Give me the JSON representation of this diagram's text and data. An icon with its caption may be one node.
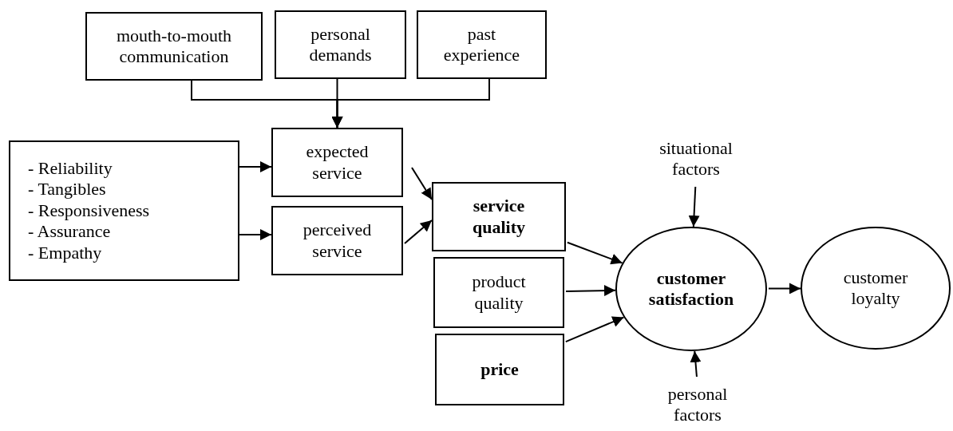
{
  "diagram": {
    "nodes": [
      {
        "text": [
          "mouth-to-mouth communication"
        ]
      },
      {
        "text": [
          "personal demands"
        ]
      },
      {
        "text": [
          "past experience"
        ]
      },
      {
        "text": [
          "- Reliability",
          "- Tangibles",
          "- Responsiveness",
          "- Assurance",
          "- Empathy"
        ]
      },
      {
        "text": [
          "expected service"
        ]
      },
      {
        "text": [
          "perceived service"
        ]
      },
      {
        "text": [
          "service quality"
        ]
      },
      {
        "text": [
          "product quality"
        ]
      },
      {
        "text": [
          "price"
        ]
      },
      {
        "text": [
          "customer satisfaction"
        ]
      },
      {
        "text": [
          "customer loyalty"
        ]
      },
      {
        "text": [
          "situational factors"
        ]
      },
      {
        "text": [
          "personal factors"
        ]
      }
    ],
    "edges": [
      {
        "from": 0,
        "to": 4,
        "arrow": "to"
      },
      {
        "from": 1,
        "to": 4,
        "arrow": "to"
      },
      {
        "from": 2,
        "to": 4,
        "arrow": "to"
      },
      {
        "from": 3,
        "to": 4,
        "arrow": "to"
      },
      {
        "from": 3,
        "to": 5,
        "arrow": "to"
      },
      {
        "from": 4,
        "to": 6,
        "arrow": "to"
      },
      {
        "from": 5,
        "to": 6,
        "arrow": "to"
      },
      {
        "from": 6,
        "to": 9,
        "arrow": "to"
      },
      {
        "from": 7,
        "to": 9,
        "arrow": "to"
      },
      {
        "from": 8,
        "to": 9,
        "arrow": "to"
      },
      {
        "from": 9,
        "to": 10,
        "arrow": "to"
      },
      {
        "from": 11,
        "to": 9,
        "arrow": "to"
      },
      {
        "from": 12,
        "to": 9,
        "arrow": "to"
      }
    ]
  }
}
